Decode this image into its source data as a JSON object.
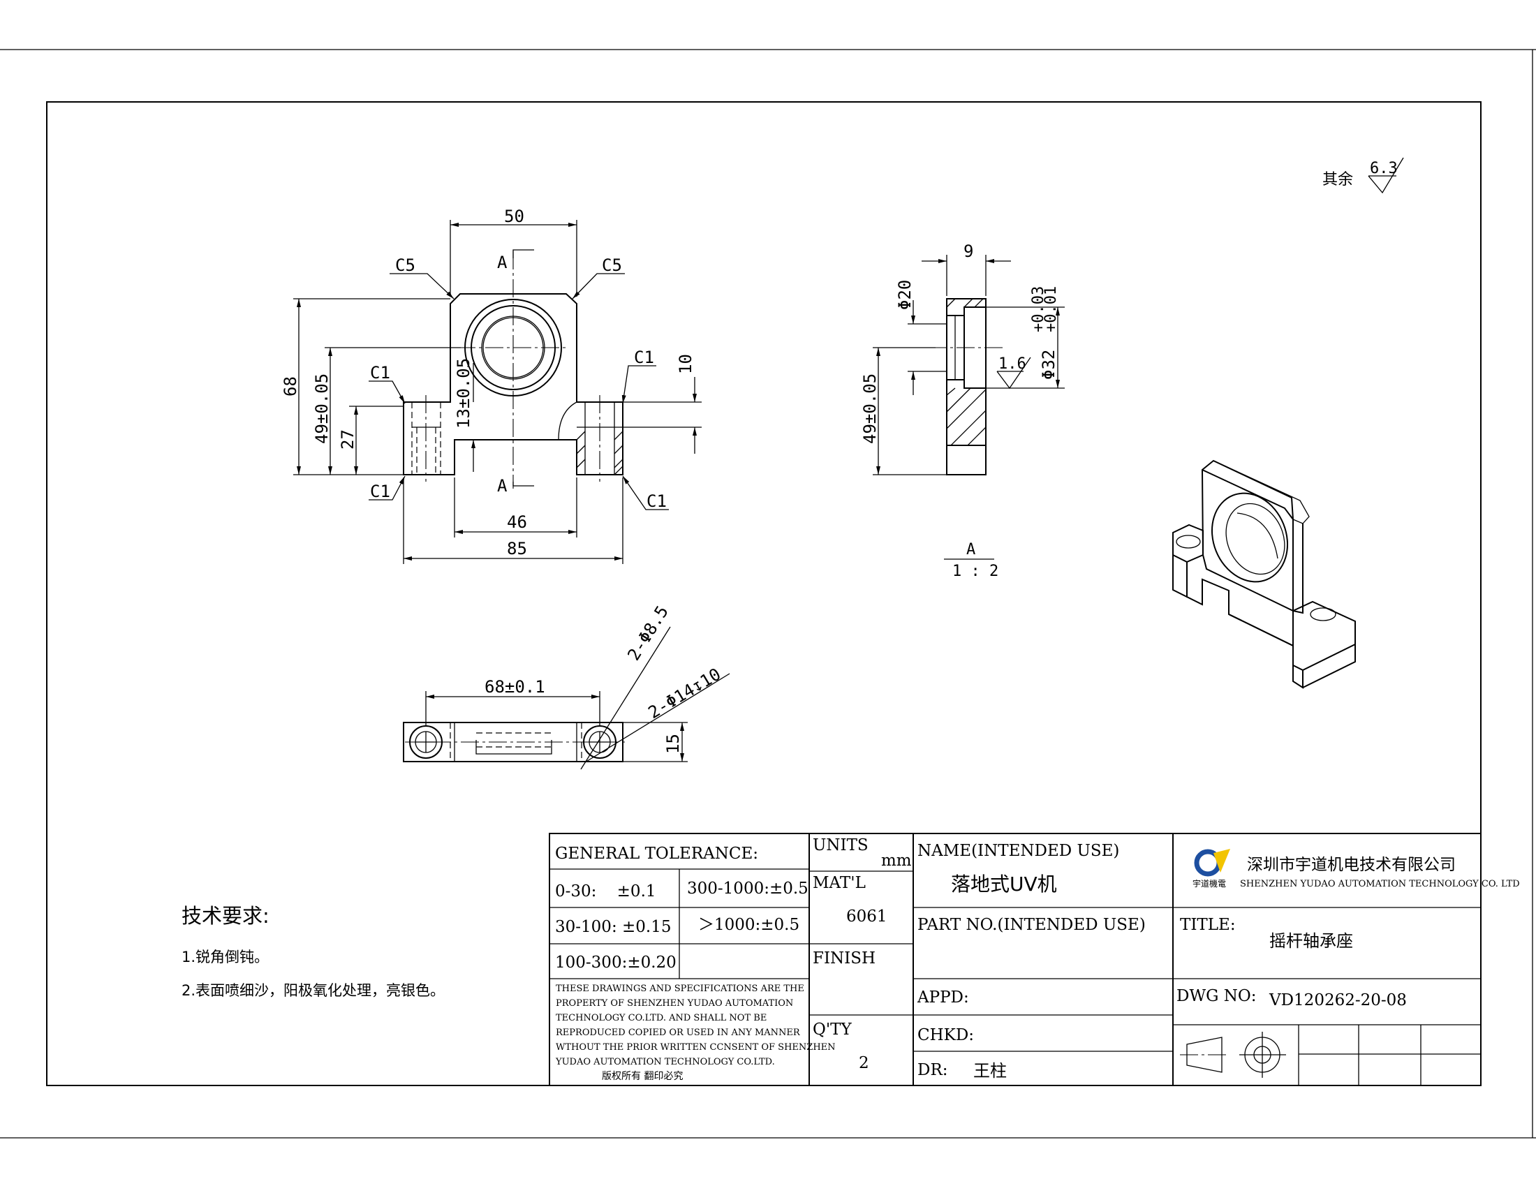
{
  "drawing": {
    "surface_note": {
      "label": "其余",
      "value": "6.3"
    },
    "front_view": {
      "dim_top_width": "50",
      "dim_height": "68",
      "dim_center_height": "49±0.05",
      "dim_foot_height": "27",
      "dim_bottom_gap": "13±0.05",
      "dim_slot_width": "46",
      "dim_total_width": "85",
      "dim_shoulder": "10",
      "chamfer_c5": "C5",
      "chamfer_c1": "C1",
      "section_mark": "A"
    },
    "section_view": {
      "dim_thickness": "9",
      "dim_bore": "Φ20",
      "dim_counterbore": "Φ32",
      "dim_tol_upper": "+0.03",
      "dim_tol_lower": "+0.01",
      "dim_center_height": "49±0.05",
      "roughness": "1.6",
      "section_label": "A",
      "scale": "1 : 2"
    },
    "top_view": {
      "dim_hole_spacing": "68±0.1",
      "dim_holes": "2-Φ8.5",
      "dim_counterbores": "2-Φ14↧10",
      "dim_thickness": "15"
    },
    "tech_requirements": {
      "title": "技术要求:",
      "items": [
        "1.锐角倒钝。",
        "2.表面喷细沙，阳极氧化处理，亮银色。"
      ]
    }
  },
  "title_block": {
    "general_tolerance": "GENERAL TOLERANCE:",
    "tol_rows": [
      [
        "0-30:    ±0.1",
        "300-1000:±0.5"
      ],
      [
        "30-100: ±0.15",
        "＞1000:±0.5"
      ],
      [
        "100-300:±0.20",
        ""
      ]
    ],
    "copyright_lines": [
      "THESE DRAWINGS AND SPECIFICATIONS ARE THE",
      "PROPERTY OF SHENZHEN YUDAO AUTOMATION",
      "TECHNOLOGY CO.LTD.  AND SHALL NOT BE",
      "REPRODUCED COPIED OR USED IN ANY MANNER",
      "WTHOUT THE PRIOR WRITTEN CCNSENT OF SHENZHEN",
      "YUDAO AUTOMATION TECHNOLOGY CO.LTD."
    ],
    "copyright_cn": "版权所有  翻印必究",
    "units_label": "UNITS",
    "units_value": "mm",
    "material_label": "MAT'L",
    "material_value": "6061",
    "finish_label": "FINISH",
    "qty_label": "Q'TY",
    "qty_value": "2",
    "name_label": "NAME(INTENDED USE)",
    "name_value": "落地式UV机",
    "part_no_label": "PART NO.(INTENDED USE)",
    "appd_label": "APPD:",
    "chkd_label": "CHKD:",
    "dr_label": "DR:",
    "dr_value": "王柱",
    "company_cn": "深圳市宇道机电技术有限公司",
    "company_en": "SHENZHEN YUDAO AUTOMATION TECHNOLOGY CO. LTD",
    "logo_text": "宇道機電",
    "title_label": "TITLE:",
    "title_value": "摇杆轴承座",
    "dwg_label": "DWG NO:",
    "dwg_value": "VD120262-20-08",
    "colors": {
      "logo_blue": "#1d4fa0",
      "logo_yellow": "#f2c400"
    }
  }
}
